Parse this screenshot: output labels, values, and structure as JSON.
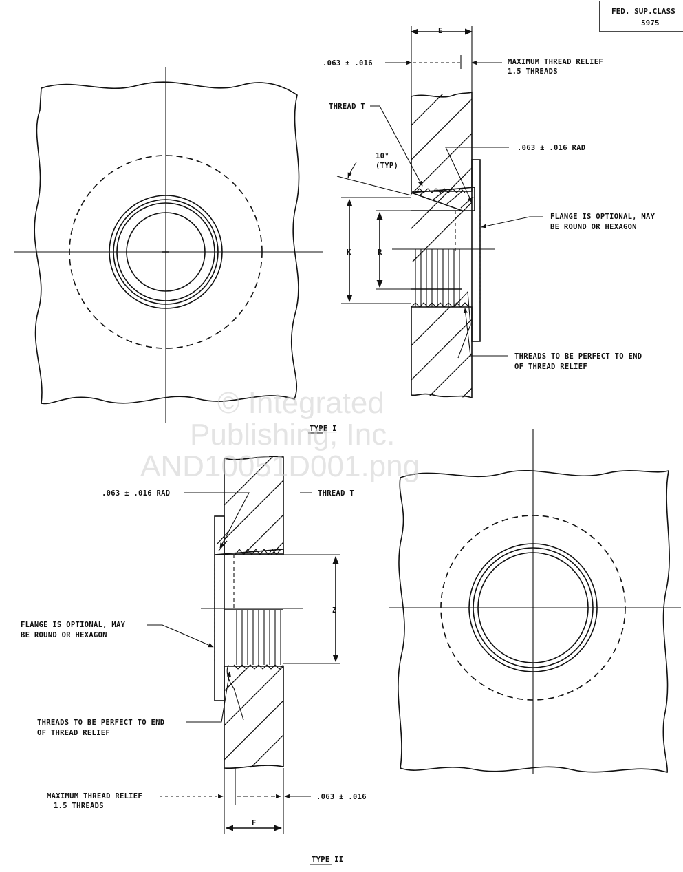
{
  "stamp": {
    "line1": "FED. SUP.CLASS",
    "line2": "5975"
  },
  "type1": {
    "caption": "TYPE I",
    "dim_e": "E",
    "dim_k": "K",
    "dim_r": "R",
    "tol_left": ".063 ± .016",
    "max_relief": [
      "MAXIMUM THREAD RELIEF",
      "1.5 THREADS"
    ],
    "thread_t": "THREAD T",
    "rad": ".063 ± .016 RAD",
    "angle": [
      "10°",
      "(TYP)"
    ],
    "flange": [
      "FLANGE IS OPTIONAL, MAY",
      "BE ROUND OR HEXAGON"
    ],
    "perfect": [
      "THREADS TO BE PERFECT TO END",
      "OF THREAD RELIEF"
    ]
  },
  "type2": {
    "caption": "TYPE II",
    "dim_f": "F",
    "dim_z": "Z",
    "rad": ".063 ± .016 RAD",
    "thread_t": "THREAD T",
    "flange": [
      "FLANGE IS OPTIONAL, MAY",
      "BE ROUND OR HEXAGON"
    ],
    "perfect": [
      "THREADS TO BE PERFECT TO END",
      "OF THREAD RELIEF"
    ],
    "max_relief": [
      "MAXIMUM THREAD RELIEF",
      "1.5 THREADS"
    ],
    "tol_right": ".063 ± .016"
  },
  "watermark": [
    "© Integrated",
    "Publishing, Inc.",
    "AND10051D001.png"
  ]
}
